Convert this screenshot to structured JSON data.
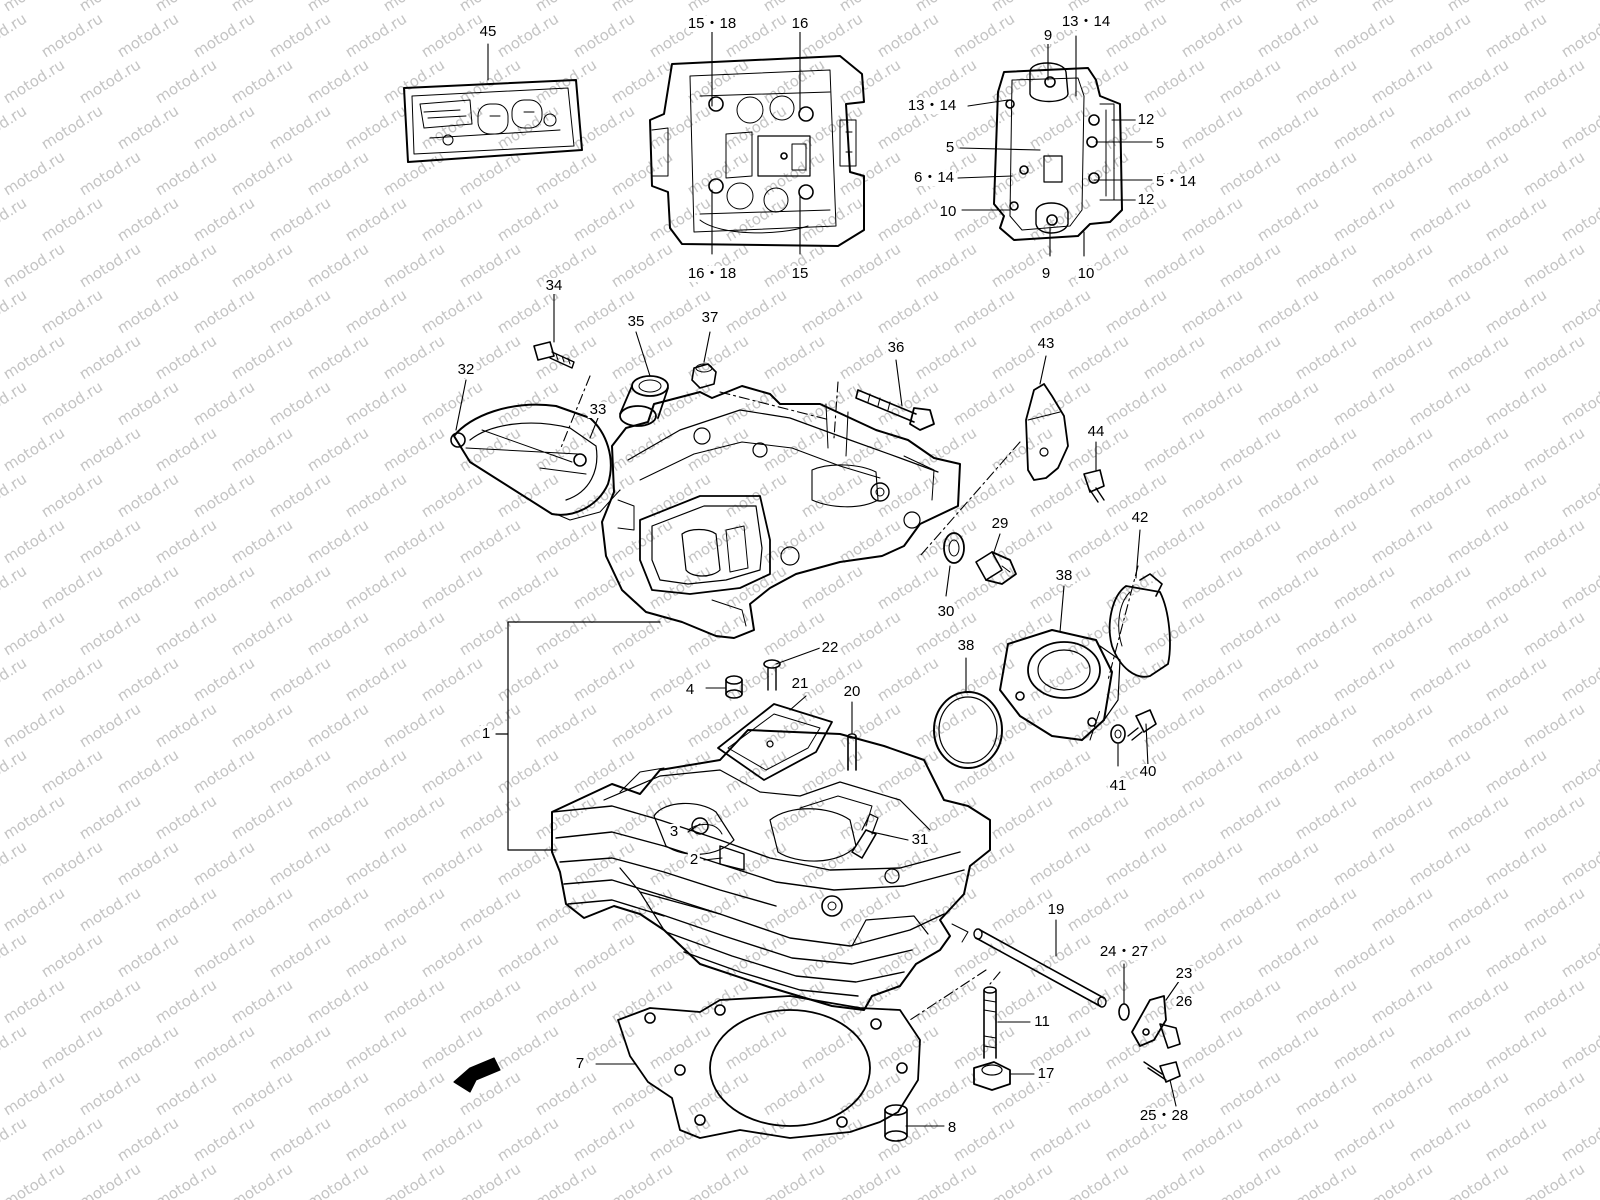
{
  "watermark": {
    "text": "motod.ru"
  },
  "badge": {
    "fwd": "FWD"
  },
  "callouts": {
    "c45": "45",
    "c15_18": "15・18",
    "c16_top": "16",
    "c16_18": "16・18",
    "c15_bot": "15",
    "c9_top": "9",
    "c13_14_top": "13・14",
    "c13_14_left": "13・14",
    "c12_top": "12",
    "c5_left": "5",
    "c5_right": "5",
    "c6_14": "6・14",
    "c5_14": "5・14",
    "c12_bot": "12",
    "c10_left": "10",
    "c9_bot": "9",
    "c10_bot": "10",
    "c34": "34",
    "c35": "35",
    "c37": "37",
    "c32": "32",
    "c33": "33",
    "c36": "36",
    "c43": "43",
    "c44": "44",
    "c29": "29",
    "c42": "42",
    "c30": "30",
    "c38_top": "38",
    "c38_left": "38",
    "c22": "22",
    "c4": "4",
    "c21": "21",
    "c20": "20",
    "c1": "1",
    "c41": "41",
    "c40": "40",
    "c3": "3",
    "c31": "31",
    "c2": "2",
    "c19": "19",
    "c24_27": "24・27",
    "c23": "23",
    "c26": "26",
    "c11": "11",
    "c7": "7",
    "c17": "17",
    "c25_28": "25・28",
    "c8": "8"
  }
}
